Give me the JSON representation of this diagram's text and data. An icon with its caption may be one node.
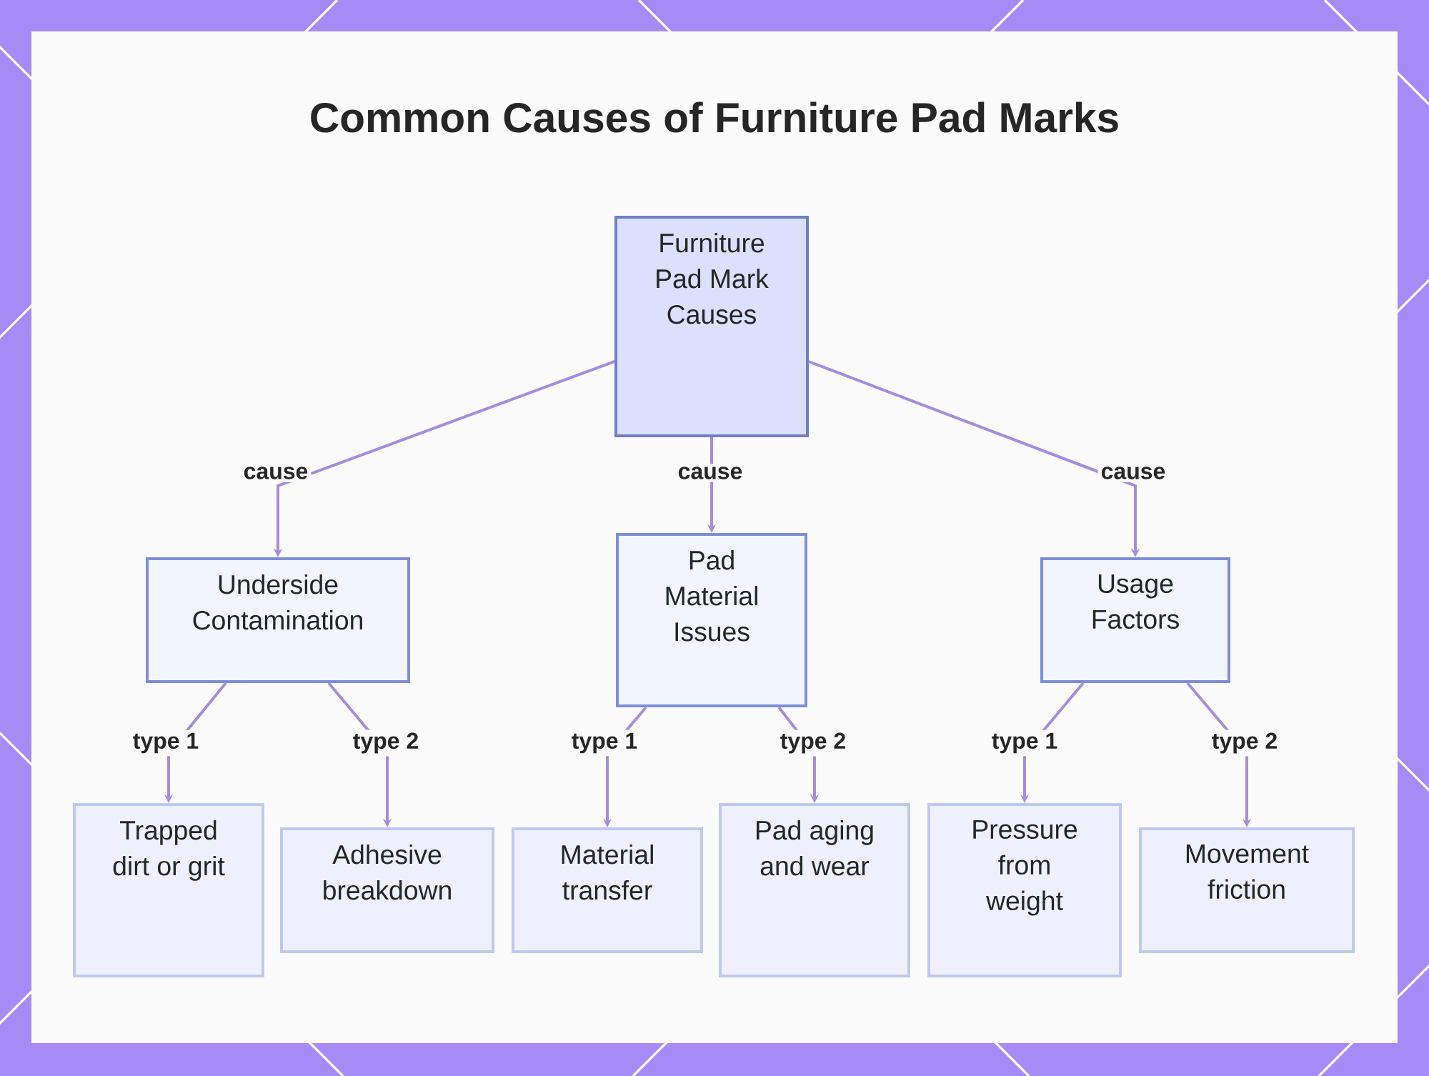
{
  "diagram": {
    "title": "Common Causes of Furniture Pad Marks",
    "nodes": [
      {
        "text": [
          "Furniture Pad Mark Causes"
        ]
      },
      {
        "text": [
          "Underside Contamination"
        ]
      },
      {
        "text": [
          "Pad Material Issues"
        ]
      },
      {
        "text": [
          "Usage Factors"
        ]
      },
      {
        "text": [
          "Trapped dirt or grit"
        ]
      },
      {
        "text": [
          "Adhesive breakdown"
        ]
      },
      {
        "text": [
          "Material transfer"
        ]
      },
      {
        "text": [
          "Pad aging and wear"
        ]
      },
      {
        "text": [
          "Pressure from weight"
        ]
      },
      {
        "text": [
          "Movement friction"
        ]
      }
    ],
    "edges": [
      {
        "from": 0,
        "to": 1,
        "arrow": "to",
        "label": "cause"
      },
      {
        "from": 0,
        "to": 2,
        "arrow": "to",
        "label": "cause"
      },
      {
        "from": 0,
        "to": 3,
        "arrow": "to",
        "label": "cause"
      },
      {
        "from": 1,
        "to": 4,
        "arrow": "to",
        "label": "type 1"
      },
      {
        "from": 1,
        "to": 5,
        "arrow": "to",
        "label": "type 2"
      },
      {
        "from": 2,
        "to": 6,
        "arrow": "to",
        "label": "type 1"
      },
      {
        "from": 2,
        "to": 7,
        "arrow": "to",
        "label": "type 2"
      },
      {
        "from": 3,
        "to": 8,
        "arrow": "to",
        "label": "type 1"
      },
      {
        "from": 3,
        "to": 9,
        "arrow": "to",
        "label": "type 2"
      }
    ]
  }
}
